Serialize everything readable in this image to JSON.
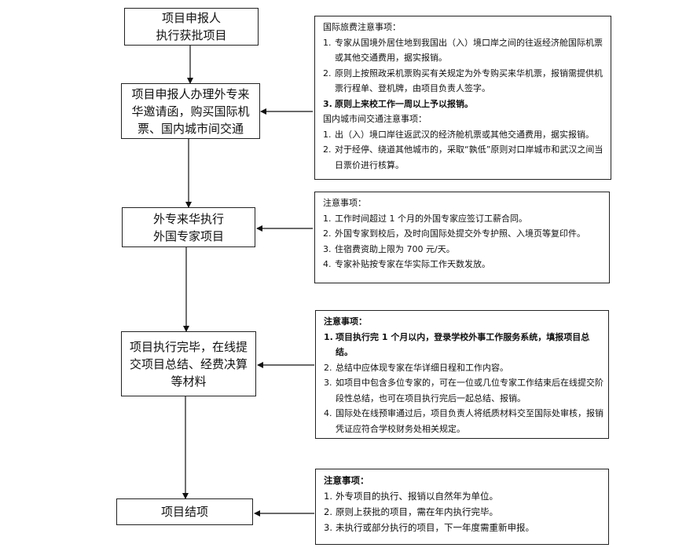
{
  "steps": [
    {
      "id": "s1",
      "text": "项目申报人\n执行获批项目"
    },
    {
      "id": "s2",
      "text": "项目申报人办理外专来\n华邀请函，购买国际机\n票、国内城市间交通"
    },
    {
      "id": "s3",
      "text": "外专来华执行\n外国专家项目"
    },
    {
      "id": "s4",
      "text": "项目执行完毕，在线提\n交项目总结、经费决算\n等材料"
    },
    {
      "id": "s5",
      "text": "项目结项"
    }
  ],
  "notes": {
    "n1": {
      "title": "国际旅费注意事项：",
      "items": [
        {
          "num": "1.",
          "text": "专家从国境外居住地到我国出（入）境口岸之间的往返经济舱国际机票或其他交通费用，据实报销。"
        },
        {
          "num": "2.",
          "text": "原则上按照政采机票购买有关规定为外专购买来华机票，报销需提供机票行程单、登机牌，由项目负责人签字。"
        },
        {
          "num": "3.",
          "text": "原则上来校工作一周以上予以报销。",
          "bold": true
        }
      ],
      "subtitle": "国内城市间交通注意事项：",
      "items2": [
        {
          "num": "1.",
          "text": "出（入）境口岸往返武汉的经济舱机票或其他交通费用，据实报销。"
        },
        {
          "num": "2.",
          "text": "对于经停、绕道其他城市的，采取“孰低”原则对口岸城市和武汉之间当日票价进行核算。"
        }
      ]
    },
    "n2": {
      "title": "注意事项：",
      "items": [
        {
          "num": "1.",
          "text": "工作时间超过 1 个月的外国专家应签订工薪合同。"
        },
        {
          "num": "2.",
          "text": "外国专家到校后，及时向国际处提交外专护照、入境页等复印件。"
        },
        {
          "num": "3.",
          "text": "住宿费资助上限为 700 元/天。"
        },
        {
          "num": "4.",
          "text": "专家补贴按专家在华实际工作天数发放。"
        }
      ]
    },
    "n3": {
      "title": "注意事项：",
      "items": [
        {
          "num": "1.",
          "text": "项目执行完 1 个月以内，登录学校外事工作服务系统，填报项目总结。",
          "bold": true
        },
        {
          "num": "2.",
          "text": "总结中应体现专家在华详细日程和工作内容。"
        },
        {
          "num": "3.",
          "text": "如项目中包含多位专家的，可在一位或几位专家工作结束后在线提交阶段性总结，也可在项目执行完后一起总结、报销。"
        },
        {
          "num": "4.",
          "text": "国际处在线预审通过后，项目负责人将纸质材料交至国际处审核，报销凭证应符合学校财务处相关规定。"
        }
      ]
    },
    "n4": {
      "title": "注意事项：",
      "items": [
        {
          "num": "1.",
          "text": "外专项目的执行、报销以自然年为单位。"
        },
        {
          "num": "2.",
          "text": "原则上获批的项目，需在年内执行完毕。"
        },
        {
          "num": "3.",
          "text": "未执行或部分执行的项目，下一年度需重新申报。"
        }
      ]
    }
  }
}
